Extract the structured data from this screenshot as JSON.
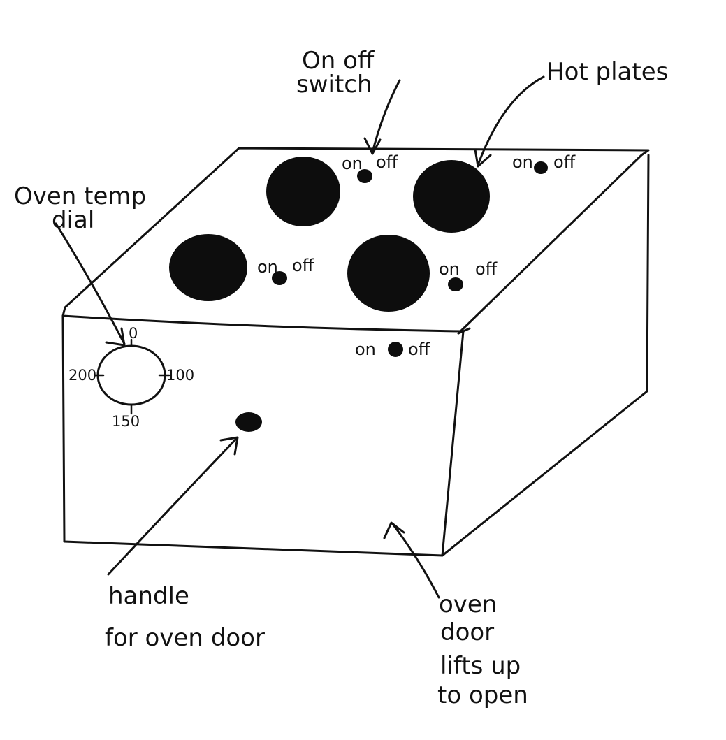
{
  "annotations": {
    "on_off_switch": [
      "On off",
      "switch"
    ],
    "hot_plates": "Hot plates",
    "oven_temp_dial": [
      "Oven temp",
      "dial"
    ],
    "handle": [
      "handle",
      "for oven door"
    ],
    "oven_door": [
      "oven",
      "door",
      "lifts up",
      "to open"
    ]
  },
  "switch_labels": {
    "on": "on",
    "off": "off"
  },
  "dial_marks": {
    "top": "0",
    "right": "100",
    "bottom": "150",
    "left": "200"
  },
  "colors": {
    "ink": "#111111",
    "paper": "#ffffff"
  }
}
